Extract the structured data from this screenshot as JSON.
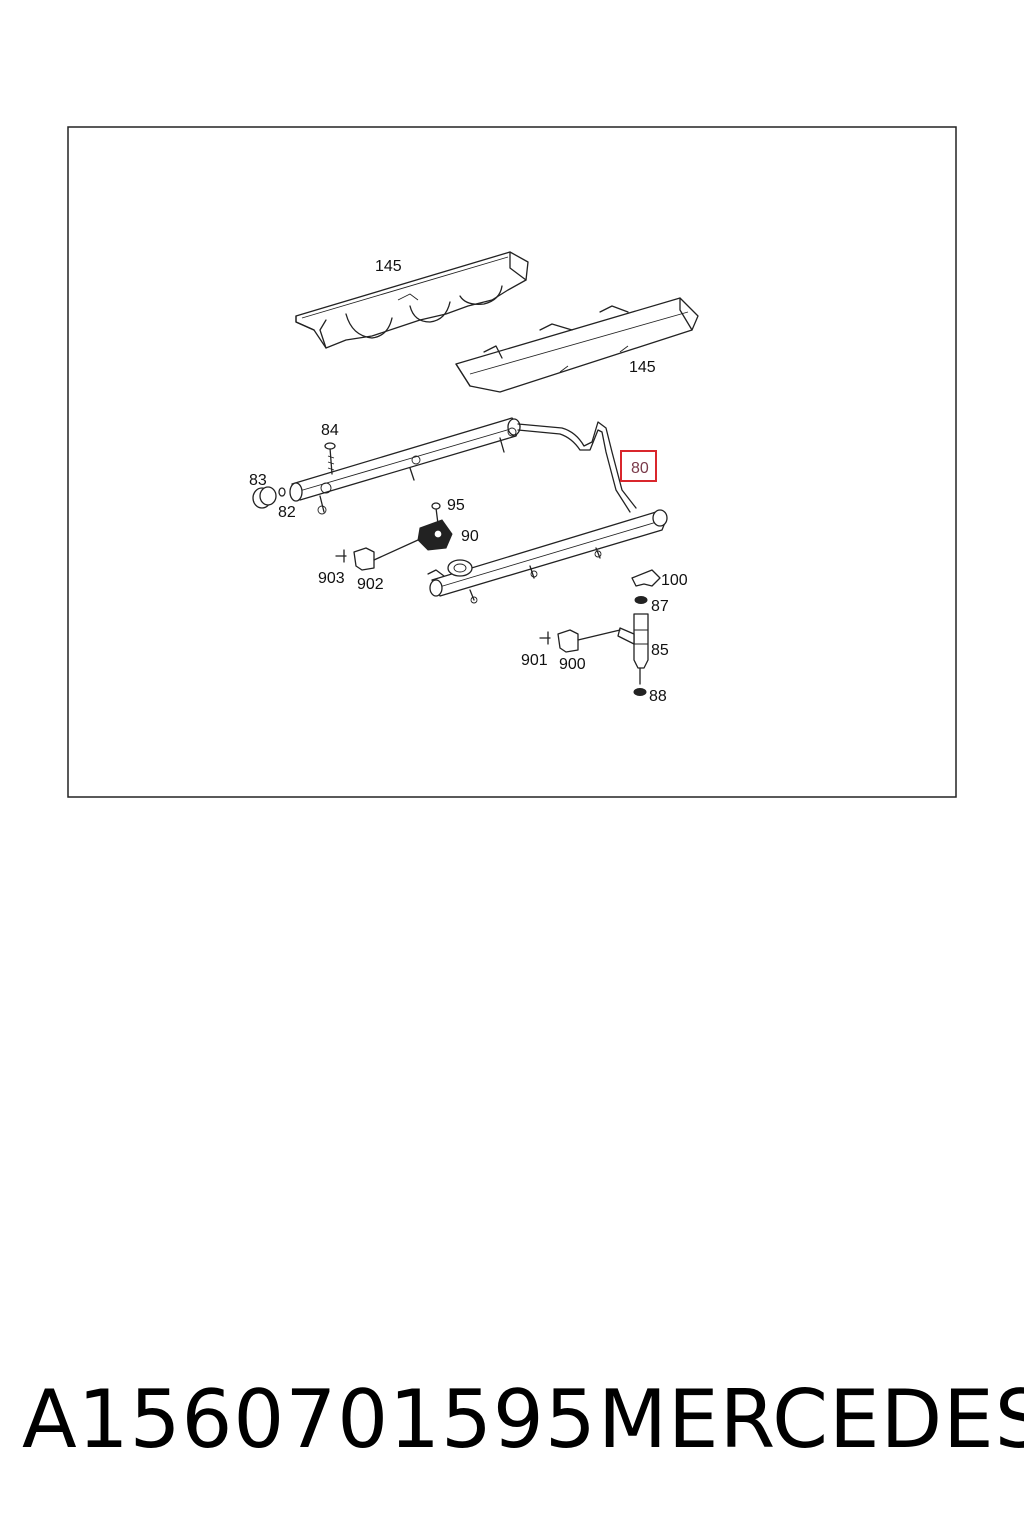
{
  "diagram": {
    "highlight_color": "#d9262c",
    "callouts": [
      {
        "id": "c145a",
        "text": "145"
      },
      {
        "id": "c145b",
        "text": "145"
      },
      {
        "id": "c84",
        "text": "84"
      },
      {
        "id": "c83",
        "text": "83"
      },
      {
        "id": "c82",
        "text": "82"
      },
      {
        "id": "c80",
        "text": "80",
        "highlighted": true
      },
      {
        "id": "c95",
        "text": "95"
      },
      {
        "id": "c90",
        "text": "90"
      },
      {
        "id": "c903",
        "text": "903"
      },
      {
        "id": "c902",
        "text": "902"
      },
      {
        "id": "c100",
        "text": "100"
      },
      {
        "id": "c87",
        "text": "87"
      },
      {
        "id": "c85",
        "text": "85"
      },
      {
        "id": "c901",
        "text": "901"
      },
      {
        "id": "c900",
        "text": "900"
      },
      {
        "id": "c88",
        "text": "88"
      }
    ]
  },
  "footer": {
    "part_number": "A1560701595",
    "brand": "MERCEDES"
  }
}
